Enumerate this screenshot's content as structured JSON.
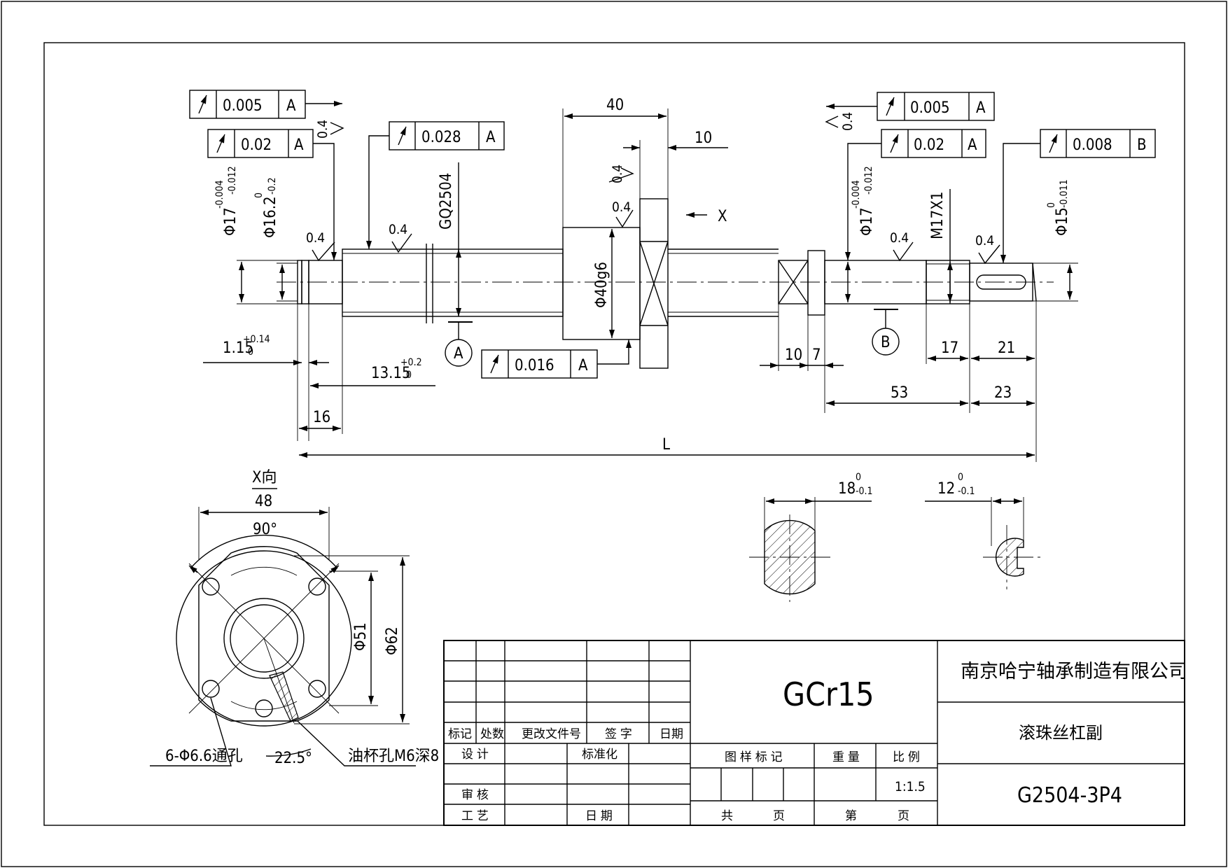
{
  "fcf": {
    "left_top": {
      "value": "0.005",
      "datum": "A"
    },
    "left_second": {
      "value": "0.02",
      "datum": "A"
    },
    "thread": {
      "value": "0.028",
      "datum": "A"
    },
    "nut": {
      "value": "0.016",
      "datum": "A"
    },
    "right_top": {
      "value": "0.005",
      "datum": "A"
    },
    "right_second": {
      "value": "0.02",
      "datum": "A"
    },
    "right_end": {
      "value": "0.008",
      "datum": "B"
    }
  },
  "roughness": "0.4",
  "labels": {
    "shaft_code": "GQ2504",
    "dia_17_left": "Φ17",
    "tol_17_left_up": "-0.004",
    "tol_17_left_lo": "-0.012",
    "dia_16": "Φ16.2",
    "tol_16_up": "0",
    "tol_16_lo": "-0.2",
    "dia_17_right": "Φ17",
    "tol_17_right_up": "-0.004",
    "tol_17_right_lo": "-0.012",
    "thread_m17": "M17X1",
    "dia_15": "Φ15",
    "tol_15_up": "0",
    "tol_15_lo": "-0.011",
    "nut_dia": "Φ40g6",
    "view_arrow": "X",
    "groove1": "1.15",
    "groove1_up": "+0.14",
    "groove1_lo": "0",
    "groove2": "13.15",
    "groove2_up": "+0.2",
    "groove2_lo": "0",
    "datum_a": "A",
    "datum_b": "B"
  },
  "dims": {
    "d40": "40",
    "d10_top": "10",
    "d16": "16",
    "dL": "L",
    "d10_bot": "10",
    "d7": "7",
    "d17": "17",
    "d21": "21",
    "d53": "53",
    "d23": "23"
  },
  "section": {
    "w18": "18",
    "w18_up": "0",
    "w18_lo": "-0.1",
    "w12": "12",
    "w12_up": "0",
    "w12_lo": "-0.1"
  },
  "flange_view": {
    "title": "X向",
    "d48": "48",
    "angle": "90°",
    "d51": "Φ51",
    "d62": "Φ62",
    "holes": "6-Φ6.6通孔",
    "angle225": "22.5°",
    "oil_hole": "油杯孔M6深8"
  },
  "title_block": {
    "headers": [
      "标记",
      "处数",
      "更改文件号",
      "签 字",
      "日期"
    ],
    "design": "设 计",
    "standard": "标准化",
    "review": "审 核",
    "process": "工 艺",
    "date": "日 期",
    "pattern_mark": "图 样 标 记",
    "weight": "重 量",
    "scale_label": "比 例",
    "scale": "1:1.5",
    "total": "共",
    "page": "页",
    "sheet": "第",
    "page2": "页",
    "material": "GCr15",
    "company": "南京哈宁轴承制造有限公司",
    "part_name": "滚珠丝杠副",
    "drawing_no": "G2504-3P4"
  }
}
